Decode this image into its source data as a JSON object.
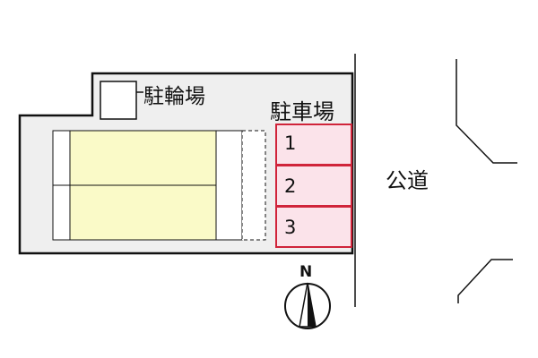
{
  "labels": {
    "bicycle_parking": "駐輪場",
    "car_parking": "駐車場",
    "public_road": "公道",
    "north": "N"
  },
  "parking_spaces": [
    "1",
    "2",
    "3"
  ],
  "colors": {
    "lot_fill": "#efefef",
    "building_fill": "#fafac8",
    "parking_fill": "#fbe3ea",
    "parking_border": "#d0243a",
    "line": "#111111"
  },
  "icons": {
    "north_arrow": "compass-north-icon"
  }
}
